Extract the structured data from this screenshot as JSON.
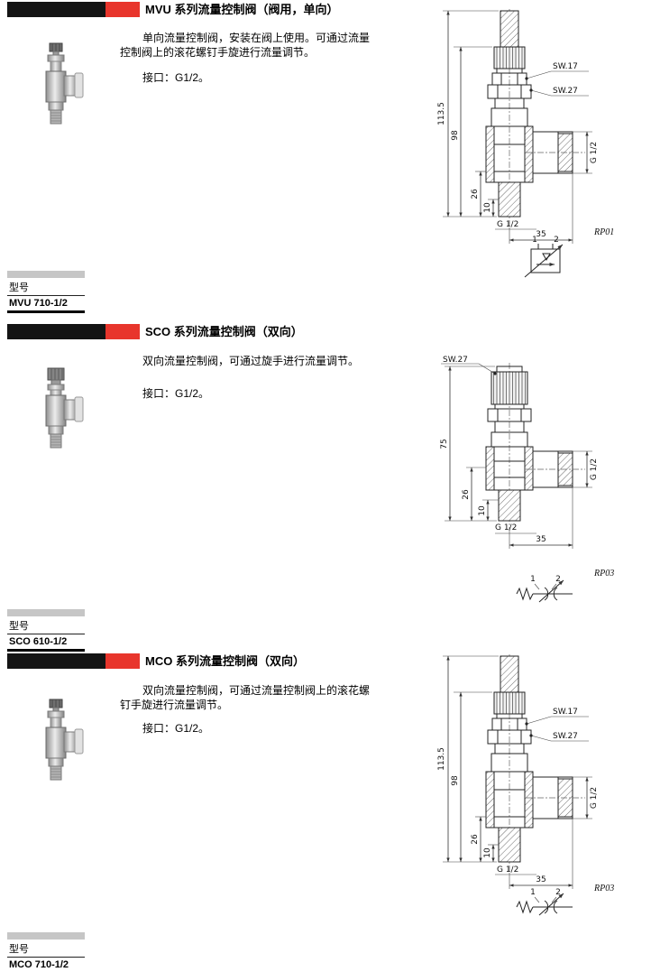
{
  "page": {
    "accent_red": "#e8352c",
    "bar_black": "#141414",
    "table_header_gray": "#c6c6c6"
  },
  "sections": [
    {
      "title": "MVU 系列流量控制阀（阀用，单向）",
      "desc_lines": [
        "单向流量控制阀，安装在阀上使用。可通过流量",
        "控制阀上的滚花螺钉手旋进行流量调节。"
      ],
      "port_line": "接口：G1/2。",
      "model_label": "型号",
      "model": "MVU 710-1/2",
      "drawing": {
        "sw_top": "SW.17",
        "sw_bottom": "SW.27",
        "dim_total": "113.5",
        "dim_upper": "98",
        "dim_mid": "26",
        "dim_low": "10",
        "port_side": "G 1/2",
        "port_bottom": "G 1/2",
        "dim_width": "35",
        "ref": "RP01",
        "port1": "1",
        "port2": "2"
      }
    },
    {
      "title": "SCO 系列流量控制阀（双向）",
      "desc_lines": [
        "双向流量控制阀，可通过旋手进行流量调节。"
      ],
      "port_line": "接口：G1/2。",
      "model_label": "型号",
      "model": "SCO 610-1/2",
      "drawing": {
        "sw_top": "SW.27",
        "dim_total": "75",
        "dim_mid": "26",
        "dim_low": "10",
        "port_side": "G 1/2",
        "port_bottom": "G 1/2",
        "dim_width": "35",
        "ref": "RP03",
        "port1": "1",
        "port2": "2"
      }
    },
    {
      "title": "MCO 系列流量控制阀（双向）",
      "desc_lines": [
        "双向流量控制阀，可通过流量控制阀上的滚花螺",
        "钉手旋进行流量调节。"
      ],
      "port_line": "接口：G1/2。",
      "model_label": "型号",
      "model": "MCO 710-1/2",
      "drawing": {
        "sw_top": "SW.17",
        "sw_bottom": "SW.27",
        "dim_total": "113.5",
        "dim_upper": "98",
        "dim_mid": "26",
        "dim_low": "10",
        "port_side": "G 1/2",
        "port_bottom": "G 1/2",
        "dim_width": "35",
        "ref": "RP03",
        "port1": "1",
        "port2": "2"
      }
    }
  ]
}
